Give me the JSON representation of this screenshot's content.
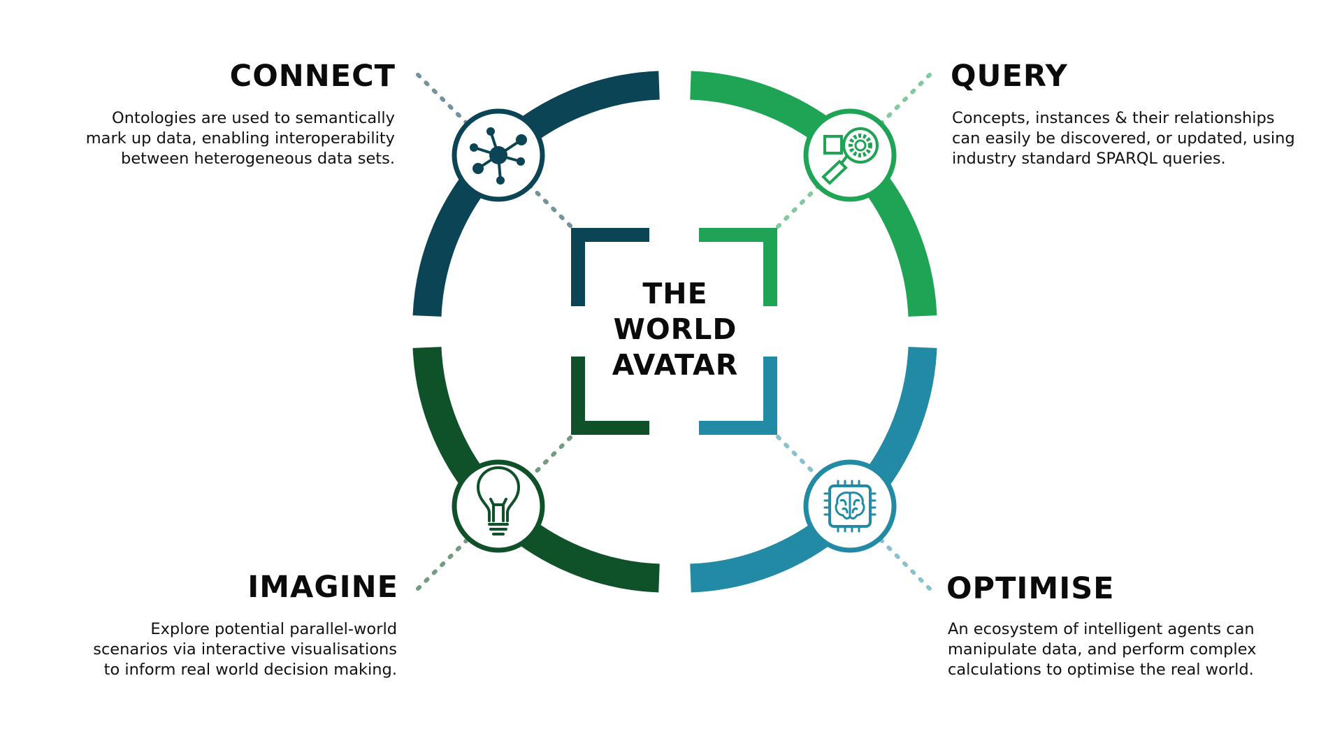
{
  "center": {
    "lines": [
      "THE",
      "WORLD",
      "AVATAR"
    ]
  },
  "colors": {
    "connect": "#0b4455",
    "query": "#1ea454",
    "imagine": "#0f5129",
    "optimise": "#228aa5"
  },
  "sections": {
    "connect": {
      "title": "CONNECT",
      "lines": [
        "Ontologies are used to semantically",
        "mark up data, enabling interoperability",
        "between heterogeneous data sets."
      ],
      "icon": "network-nodes-icon"
    },
    "query": {
      "title": "QUERY",
      "lines": [
        "Concepts, instances & their relationships",
        "can easily be discovered, or updated, using",
        "industry standard SPARQL queries."
      ],
      "icon": "magnifier-gear-icon"
    },
    "imagine": {
      "title": "IMAGINE",
      "lines": [
        "Explore potential parallel-world",
        "scenarios via interactive visualisations",
        "to inform real world decision making."
      ],
      "icon": "lightbulb-icon"
    },
    "optimise": {
      "title": "OPTIMISE",
      "lines": [
        "An ecosystem of intelligent agents can",
        "manipulate data, and perform complex",
        "calculations to optimise the real world."
      ],
      "icon": "brain-chip-icon"
    }
  }
}
